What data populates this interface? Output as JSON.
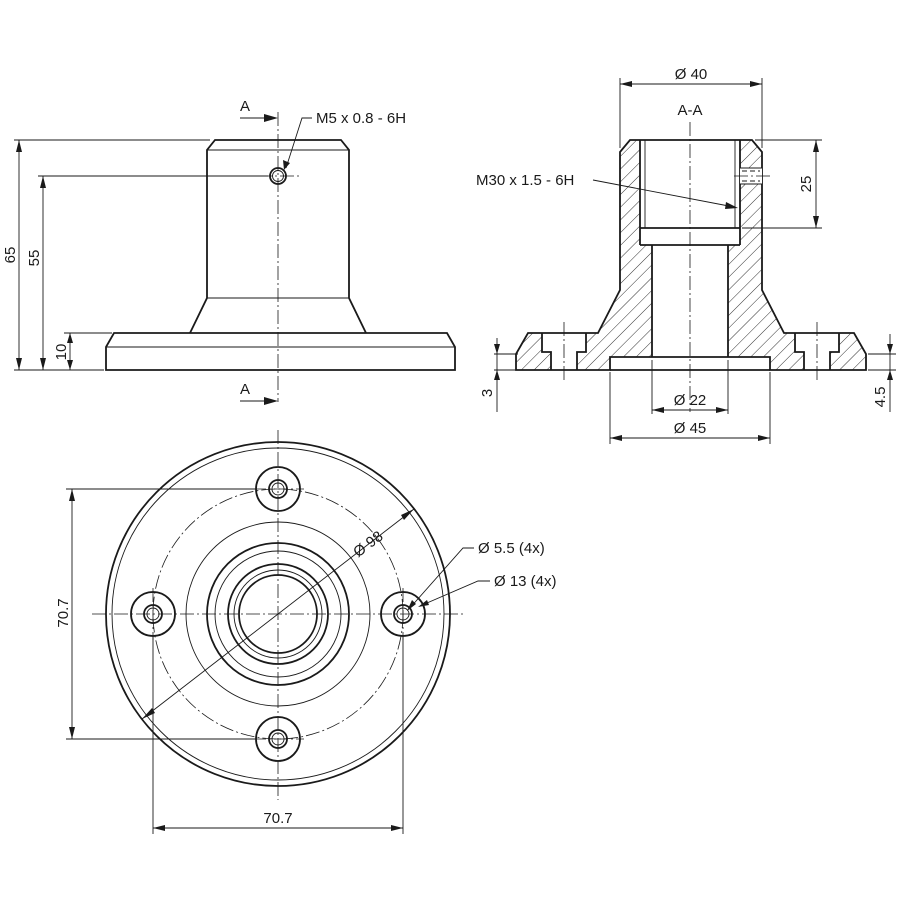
{
  "labels": {
    "section_marker": "A",
    "section_title": "A-A",
    "thread_m5": "M5 x 0.8 - 6H",
    "thread_m30": "M30 x 1.5 - 6H",
    "dim_65": "65",
    "dim_55": "55",
    "dim_10": "10",
    "dim_d40": "Ø 40",
    "dim_25": "25",
    "dim_3": "3",
    "dim_4_5": "4.5",
    "dim_d22": "Ø 22",
    "dim_d45": "Ø 45",
    "dim_d98": "Ø 98",
    "dim_d5_5": "Ø 5.5 (4x)",
    "dim_d13": "Ø 13 (4x)",
    "dim_70_7_v": "70.7",
    "dim_70_7_h": "70.7"
  }
}
